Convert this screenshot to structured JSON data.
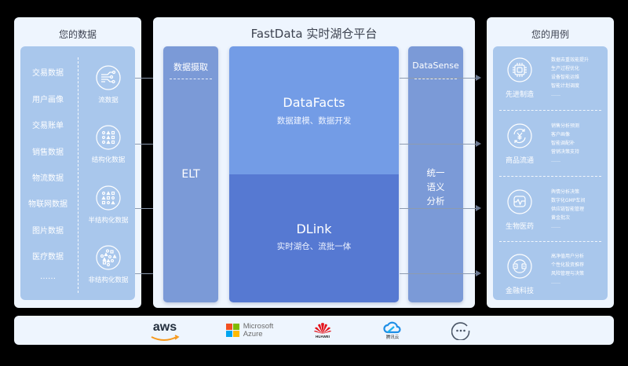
{
  "left_panel": {
    "title": "您的数据",
    "sources": [
      "交易数据",
      "用户画像",
      "交易账单",
      "销售数据",
      "物流数据",
      "物联网数据",
      "图片数据",
      "医疗数据",
      "……"
    ],
    "types": [
      {
        "label": "流数据",
        "icon": "stream-data-icon"
      },
      {
        "label": "结构化数据",
        "icon": "structured-data-icon"
      },
      {
        "label": "半结构化数据",
        "icon": "semi-structured-data-icon"
      },
      {
        "label": "非结构化数据",
        "icon": "unstructured-data-icon"
      }
    ]
  },
  "center_panel": {
    "title": "FastData 实时湖仓平台",
    "ingest": {
      "title": "数据摄取",
      "label": "ELT"
    },
    "datafacts": {
      "title": "DataFacts",
      "subtitle": "数据建模、数据开发"
    },
    "dlink": {
      "title": "DLink",
      "subtitle": "实时湖仓、流批一体"
    },
    "datasense": {
      "title": "DataSense",
      "lines": [
        "统一",
        "语义",
        "分析"
      ]
    }
  },
  "right_panel": {
    "title": "您的用例",
    "cases": [
      {
        "name": "先进制造",
        "icon": "chip-icon",
        "items": [
          "数据去重效能提升",
          "生产过程优化",
          "设备智能运维",
          "智能计划调度",
          "……"
        ]
      },
      {
        "name": "商品流通",
        "icon": "yuan-cycle-icon",
        "items": [
          "销售分析预测",
          "客户画像",
          "智能调配补",
          "营销决策支持",
          "……"
        ]
      },
      {
        "name": "生物医药",
        "icon": "pulse-monitor-icon",
        "items": [
          "舆情分析决策",
          "数字化GMP车间",
          "供应链智能管理",
          "黄金批次",
          "……"
        ]
      },
      {
        "name": "金融科技",
        "icon": "exchange-icon",
        "items": [
          "高净值用户分析",
          "个性化投资推荐",
          "风险管理与决策",
          "……"
        ]
      }
    ]
  },
  "bottom_bar": {
    "clouds": [
      {
        "name": "aws",
        "label": "aws"
      },
      {
        "name": "microsoft-azure",
        "label1": "Microsoft",
        "label2": "Azure"
      },
      {
        "name": "huawei",
        "label": "HUAWEI"
      },
      {
        "name": "tencent-cloud",
        "label": "腾讯云"
      },
      {
        "name": "more",
        "label": "···"
      }
    ]
  },
  "colors": {
    "background": "#000000",
    "panel": "#eef5fe",
    "inner": "#a9c7ec",
    "column": "#7b9ad7",
    "datafacts": "#739ce6",
    "dlink": "#5679d2"
  }
}
